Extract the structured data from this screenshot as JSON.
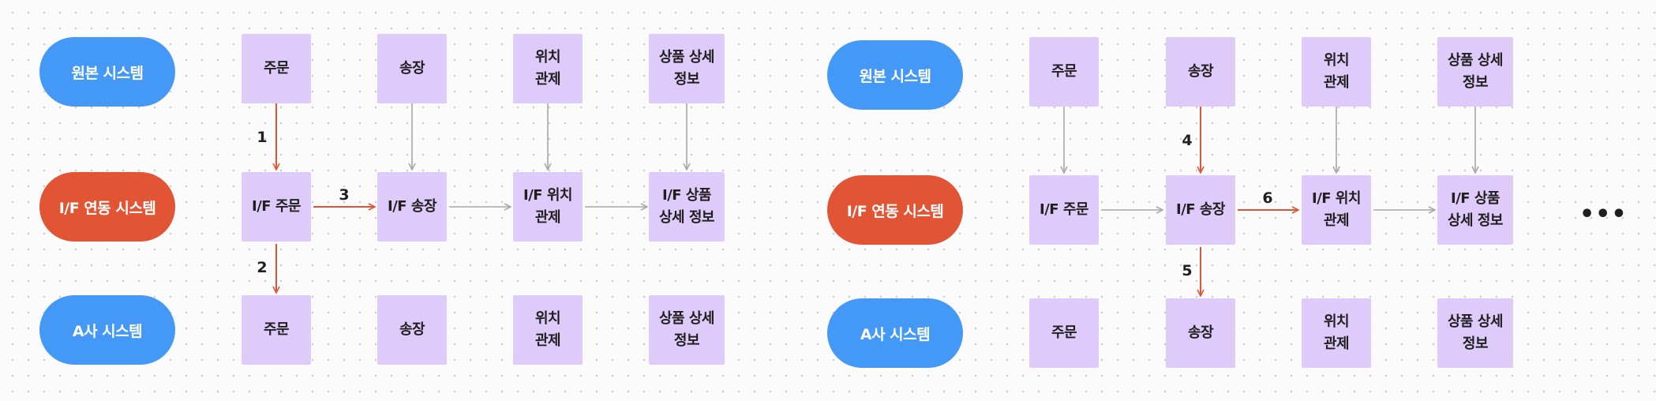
{
  "colors": {
    "source_pill": "#4499f7",
    "interface_pill": "#e15534",
    "node_fill": "#dfcbfa",
    "active_arrow": "#e15534",
    "idle_arrow": "#a8a8a8"
  },
  "diagram_1": {
    "rows": {
      "source": "원본 시스템",
      "interface": "I/F 연동 시스템",
      "target": "A사 시스템"
    },
    "source_nodes": [
      "주문",
      "송장",
      "위치\n관제",
      "상품 상세\n정보"
    ],
    "interface_nodes": [
      "I/F 주문",
      "I/F 송장",
      "I/F 위치\n관제",
      "I/F 상품\n상세 정보"
    ],
    "target_nodes": [
      "주문",
      "송장",
      "위치\n관제",
      "상품 상세\n정보"
    ],
    "steps": [
      "1",
      "2",
      "3"
    ]
  },
  "diagram_2": {
    "rows": {
      "source": "원본 시스템",
      "interface": "I/F 연동 시스템",
      "target": "A사 시스템"
    },
    "source_nodes": [
      "주문",
      "송장",
      "위치\n관제",
      "상품 상세\n정보"
    ],
    "interface_nodes": [
      "I/F 주문",
      "I/F 송장",
      "I/F 위치\n관제",
      "I/F 상품\n상세 정보"
    ],
    "target_nodes": [
      "주문",
      "송장",
      "위치\n관제",
      "상품 상세\n정보"
    ],
    "steps": [
      "4",
      "5",
      "6"
    ],
    "continuation": "•••"
  }
}
